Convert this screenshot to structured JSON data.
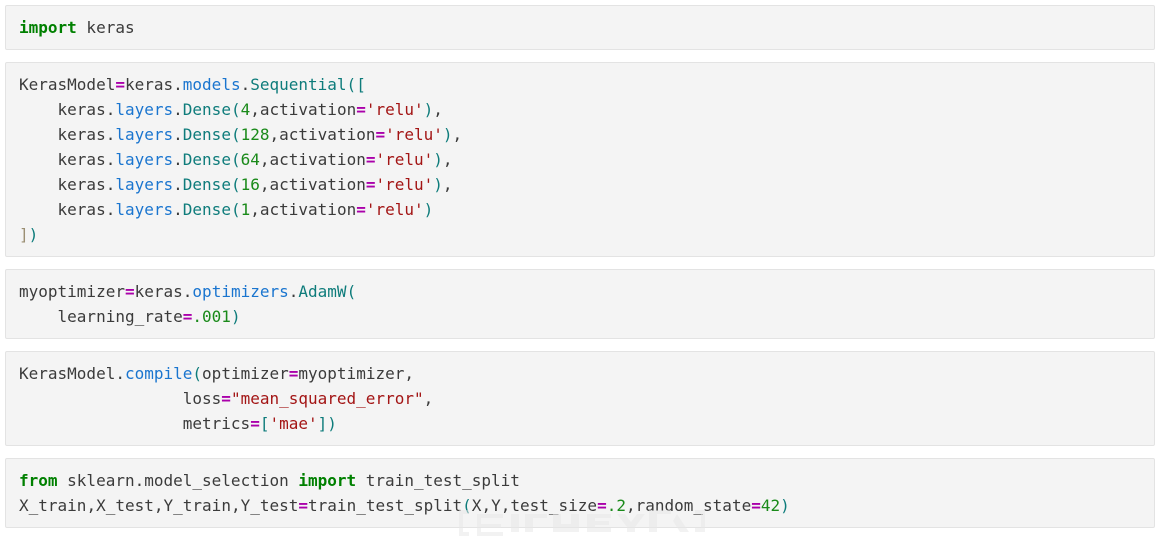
{
  "document": {
    "kind": "jupyter-notebook-code-cells",
    "background": "#ffffff",
    "cell_background": "#f4f4f4",
    "cell_border": "#e3e3e3"
  },
  "colors": {
    "keyword": "#008000",
    "module": "#1a75cf",
    "class": "#0e7c7b",
    "number": "#1a8a1a",
    "string": "#a31515",
    "operator": "#aa00aa",
    "plain": "#3b3b3b",
    "bracket_muted": "#9b8f73"
  },
  "cells": [
    {
      "id": "cell-1-import-keras",
      "lines": [
        [
          {
            "t": "import",
            "c": "kw"
          },
          {
            "t": " keras",
            "c": "plain"
          }
        ]
      ]
    },
    {
      "id": "cell-2-model-definition",
      "lines": [
        [
          {
            "t": "KerasModel",
            "c": "plain"
          },
          {
            "t": "=",
            "c": "op"
          },
          {
            "t": "keras",
            "c": "plain"
          },
          {
            "t": ".",
            "c": "plain"
          },
          {
            "t": "models",
            "c": "mod"
          },
          {
            "t": ".",
            "c": "plain"
          },
          {
            "t": "Sequential",
            "c": "cls"
          },
          {
            "t": "(",
            "c": "punc"
          },
          {
            "t": "[",
            "c": "punc"
          }
        ],
        [
          {
            "t": "    keras",
            "c": "plain"
          },
          {
            "t": ".",
            "c": "plain"
          },
          {
            "t": "layers",
            "c": "mod"
          },
          {
            "t": ".",
            "c": "plain"
          },
          {
            "t": "Dense",
            "c": "cls"
          },
          {
            "t": "(",
            "c": "punc"
          },
          {
            "t": "4",
            "c": "num"
          },
          {
            "t": ",",
            "c": "comma"
          },
          {
            "t": "activation",
            "c": "plain"
          },
          {
            "t": "=",
            "c": "op"
          },
          {
            "t": "'relu'",
            "c": "str"
          },
          {
            "t": ")",
            "c": "punc"
          },
          {
            "t": ",",
            "c": "comma"
          }
        ],
        [
          {
            "t": "    keras",
            "c": "plain"
          },
          {
            "t": ".",
            "c": "plain"
          },
          {
            "t": "layers",
            "c": "mod"
          },
          {
            "t": ".",
            "c": "plain"
          },
          {
            "t": "Dense",
            "c": "cls"
          },
          {
            "t": "(",
            "c": "punc"
          },
          {
            "t": "128",
            "c": "num"
          },
          {
            "t": ",",
            "c": "comma"
          },
          {
            "t": "activation",
            "c": "plain"
          },
          {
            "t": "=",
            "c": "op"
          },
          {
            "t": "'relu'",
            "c": "str"
          },
          {
            "t": ")",
            "c": "punc"
          },
          {
            "t": ",",
            "c": "comma"
          }
        ],
        [
          {
            "t": "    keras",
            "c": "plain"
          },
          {
            "t": ".",
            "c": "plain"
          },
          {
            "t": "layers",
            "c": "mod"
          },
          {
            "t": ".",
            "c": "plain"
          },
          {
            "t": "Dense",
            "c": "cls"
          },
          {
            "t": "(",
            "c": "punc"
          },
          {
            "t": "64",
            "c": "num"
          },
          {
            "t": ",",
            "c": "comma"
          },
          {
            "t": "activation",
            "c": "plain"
          },
          {
            "t": "=",
            "c": "op"
          },
          {
            "t": "'relu'",
            "c": "str"
          },
          {
            "t": ")",
            "c": "punc"
          },
          {
            "t": ",",
            "c": "comma"
          }
        ],
        [
          {
            "t": "    keras",
            "c": "plain"
          },
          {
            "t": ".",
            "c": "plain"
          },
          {
            "t": "layers",
            "c": "mod"
          },
          {
            "t": ".",
            "c": "plain"
          },
          {
            "t": "Dense",
            "c": "cls"
          },
          {
            "t": "(",
            "c": "punc"
          },
          {
            "t": "16",
            "c": "num"
          },
          {
            "t": ",",
            "c": "comma"
          },
          {
            "t": "activation",
            "c": "plain"
          },
          {
            "t": "=",
            "c": "op"
          },
          {
            "t": "'relu'",
            "c": "str"
          },
          {
            "t": ")",
            "c": "punc"
          },
          {
            "t": ",",
            "c": "comma"
          }
        ],
        [
          {
            "t": "    keras",
            "c": "plain"
          },
          {
            "t": ".",
            "c": "plain"
          },
          {
            "t": "layers",
            "c": "mod"
          },
          {
            "t": ".",
            "c": "plain"
          },
          {
            "t": "Dense",
            "c": "cls"
          },
          {
            "t": "(",
            "c": "punc"
          },
          {
            "t": "1",
            "c": "num"
          },
          {
            "t": ",",
            "c": "comma"
          },
          {
            "t": "activation",
            "c": "plain"
          },
          {
            "t": "=",
            "c": "op"
          },
          {
            "t": "'relu'",
            "c": "str"
          },
          {
            "t": ")",
            "c": "punc"
          }
        ],
        [
          {
            "t": "]",
            "c": "brk"
          },
          {
            "t": ")",
            "c": "punc"
          }
        ]
      ]
    },
    {
      "id": "cell-3-optimizer",
      "lines": [
        [
          {
            "t": "myoptimizer",
            "c": "plain"
          },
          {
            "t": "=",
            "c": "op"
          },
          {
            "t": "keras",
            "c": "plain"
          },
          {
            "t": ".",
            "c": "plain"
          },
          {
            "t": "optimizers",
            "c": "mod"
          },
          {
            "t": ".",
            "c": "plain"
          },
          {
            "t": "AdamW",
            "c": "cls"
          },
          {
            "t": "(",
            "c": "punc"
          }
        ],
        [
          {
            "t": "    learning_rate",
            "c": "plain"
          },
          {
            "t": "=",
            "c": "op"
          },
          {
            "t": ".001",
            "c": "num"
          },
          {
            "t": ")",
            "c": "punc"
          }
        ]
      ]
    },
    {
      "id": "cell-4-compile",
      "lines": [
        [
          {
            "t": "KerasModel",
            "c": "plain"
          },
          {
            "t": ".",
            "c": "plain"
          },
          {
            "t": "compile",
            "c": "mod"
          },
          {
            "t": "(",
            "c": "punc"
          },
          {
            "t": "optimizer",
            "c": "plain"
          },
          {
            "t": "=",
            "c": "op"
          },
          {
            "t": "myoptimizer",
            "c": "plain"
          },
          {
            "t": ",",
            "c": "comma"
          }
        ],
        [
          {
            "t": "                 loss",
            "c": "plain"
          },
          {
            "t": "=",
            "c": "op"
          },
          {
            "t": "\"mean_squared_error\"",
            "c": "str"
          },
          {
            "t": ",",
            "c": "comma"
          }
        ],
        [
          {
            "t": "                 metrics",
            "c": "plain"
          },
          {
            "t": "=",
            "c": "op"
          },
          {
            "t": "[",
            "c": "punc"
          },
          {
            "t": "'mae'",
            "c": "str"
          },
          {
            "t": "]",
            "c": "punc"
          },
          {
            "t": ")",
            "c": "punc"
          }
        ]
      ]
    },
    {
      "id": "cell-5-train-test-split",
      "lines": [
        [
          {
            "t": "from",
            "c": "kw"
          },
          {
            "t": " sklearn",
            "c": "plain"
          },
          {
            "t": ".",
            "c": "plain"
          },
          {
            "t": "model_selection ",
            "c": "plain"
          },
          {
            "t": "import",
            "c": "kw"
          },
          {
            "t": " train_test_split",
            "c": "plain"
          }
        ],
        [
          {
            "t": "X_train",
            "c": "plain"
          },
          {
            "t": ",",
            "c": "comma"
          },
          {
            "t": "X_test",
            "c": "plain"
          },
          {
            "t": ",",
            "c": "comma"
          },
          {
            "t": "Y_train",
            "c": "plain"
          },
          {
            "t": ",",
            "c": "comma"
          },
          {
            "t": "Y_test",
            "c": "plain"
          },
          {
            "t": "=",
            "c": "op"
          },
          {
            "t": "train_test_split",
            "c": "plain"
          },
          {
            "t": "(",
            "c": "punc"
          },
          {
            "t": "X",
            "c": "plain"
          },
          {
            "t": ",",
            "c": "comma"
          },
          {
            "t": "Y",
            "c": "plain"
          },
          {
            "t": ",",
            "c": "comma"
          },
          {
            "t": "test_size",
            "c": "plain"
          },
          {
            "t": "=",
            "c": "op"
          },
          {
            "t": ".2",
            "c": "num"
          },
          {
            "t": ",",
            "c": "comma"
          },
          {
            "t": "random_state",
            "c": "plain"
          },
          {
            "t": "=",
            "c": "op"
          },
          {
            "t": "42",
            "c": "num"
          },
          {
            "t": ")",
            "c": "punc"
          }
        ]
      ]
    }
  ],
  "watermark": {
    "present": true,
    "color": "#e9e9e9",
    "description": "faint-light-gray-logo-watermark"
  }
}
